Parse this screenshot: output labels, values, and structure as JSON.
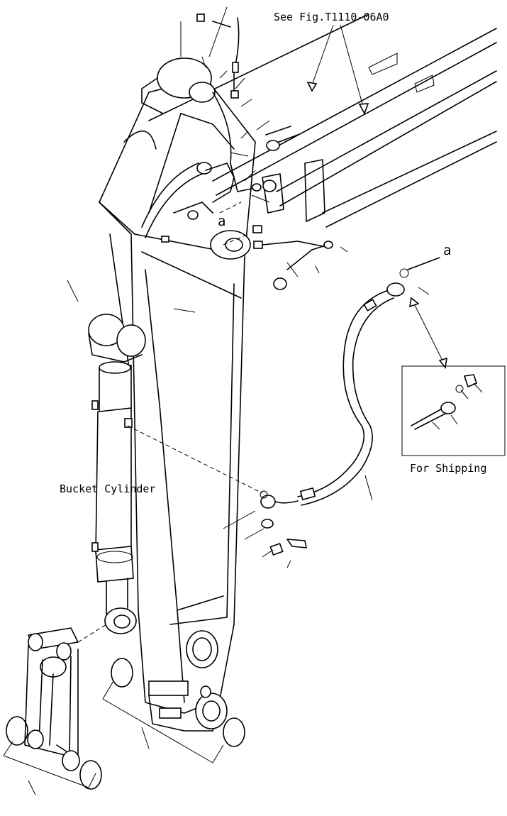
{
  "reference": "See Fig.T1110-06A0",
  "cylinder_label": "Bucket Cylinder",
  "shipping_label": "For Shipping",
  "connection_marks": [
    "a",
    "a"
  ],
  "colors": {
    "line": "#000000",
    "background": "#ffffff"
  }
}
